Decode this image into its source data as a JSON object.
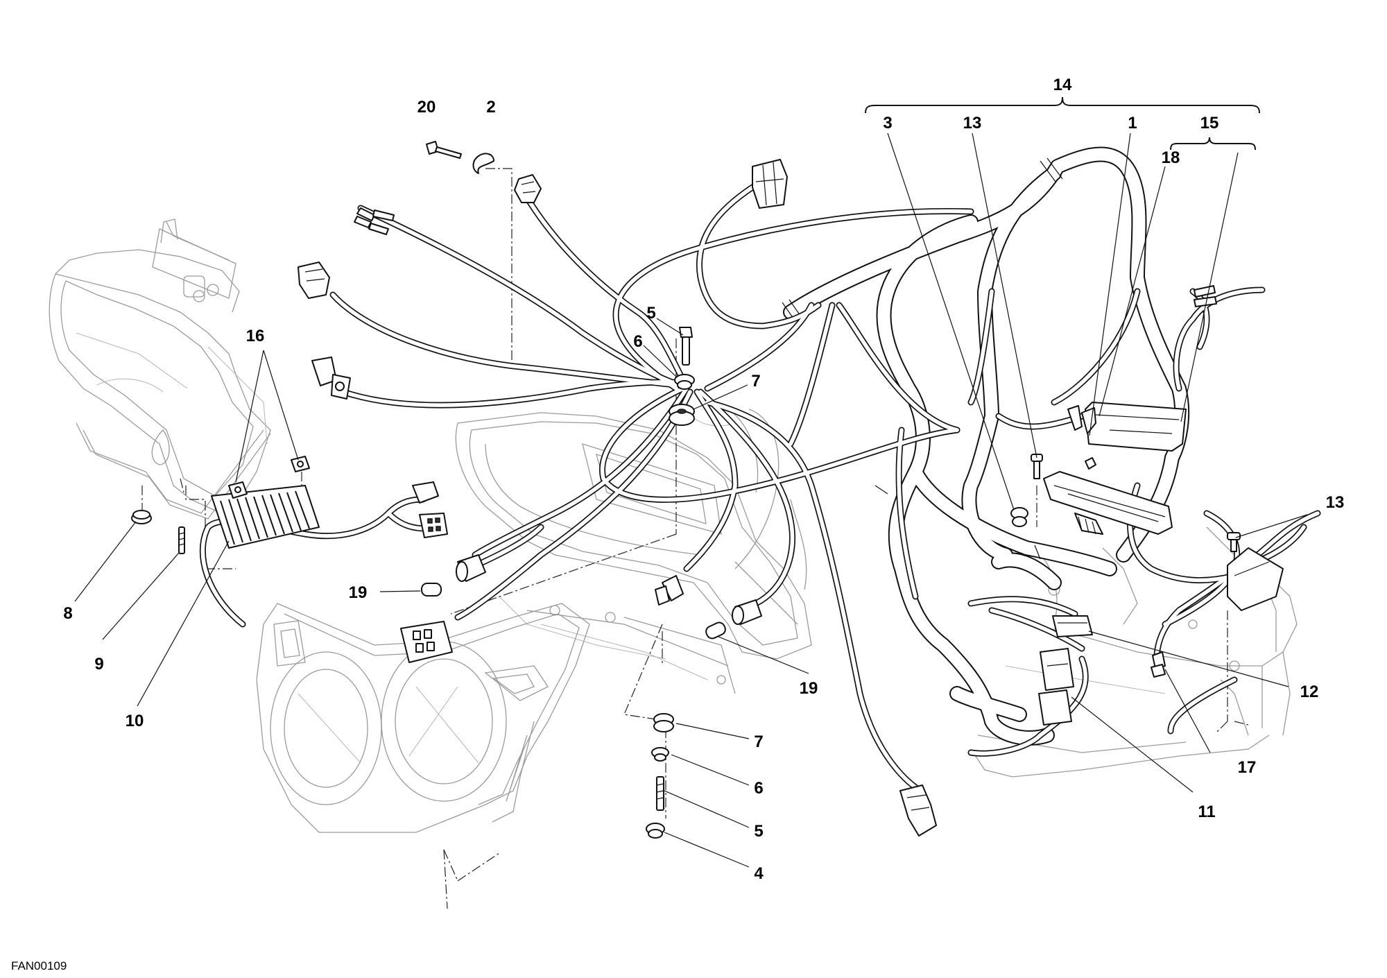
{
  "drawing_code": "FAN00109",
  "callouts": {
    "c20": "20",
    "c2": "2",
    "c16": "16",
    "c8": "8",
    "c9": "9",
    "c10": "10",
    "c19a": "19",
    "c19b": "19",
    "c5a": "5",
    "c6a": "6",
    "c7a": "7",
    "c7b": "7",
    "c6b": "6",
    "c5b": "5",
    "c4": "4",
    "c14": "14",
    "c3": "3",
    "c13a": "13",
    "c1": "1",
    "c15": "15",
    "c18": "18",
    "c13b": "13",
    "c12": "12",
    "c17": "17",
    "c11": "11"
  }
}
